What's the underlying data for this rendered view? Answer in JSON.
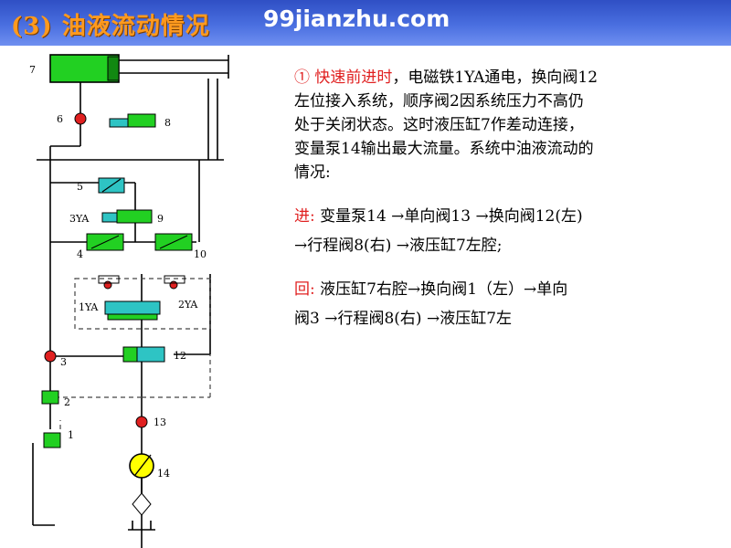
{
  "header": {
    "title": "(3) 油液流动情况",
    "site": "99jianzhu.com"
  },
  "diagram": {
    "labels": {
      "c7": "7",
      "v6": "6",
      "v8": "8",
      "v5": "5",
      "ya3": "3YA",
      "v9": "9",
      "v4": "4",
      "v10": "10",
      "ya1": "1YA",
      "ya2": "2YA",
      "v12": "12",
      "v3": "3",
      "v2": "2",
      "v13": "13",
      "v1": "1",
      "p14": "14"
    },
    "colors": {
      "component": "#22d022",
      "valve": "#2ec4c4",
      "check": "#e02020",
      "pump": "#ffff00"
    }
  },
  "text": {
    "p1": {
      "lines": [
        {
          "red": "① 快速前进时",
          "rest": "，电磁铁1YA通电，换向阀12"
        },
        {
          "red": "",
          "rest": "左位接入系统，顺序阀2因系统压力不高仍"
        },
        {
          "red": "",
          "rest": "处于关闭状态。这时液压缸7作差动连接，"
        },
        {
          "red": "",
          "rest": "变量泵14输出最大流量。系统中油液流动的"
        },
        {
          "red": "",
          "rest": "情况:"
        }
      ]
    },
    "in": {
      "label": "进:",
      "line1": "变量泵14 →单向阀13 →换向阀12(左)",
      "line2": "→行程阀8(右) →液压缸7左腔;"
    },
    "out": {
      "label": "回:",
      "line1": "液压缸7右腔→换向阀1（左）→单向",
      "line2": "阀3 →行程阀8(右) →液压缸7左"
    }
  }
}
